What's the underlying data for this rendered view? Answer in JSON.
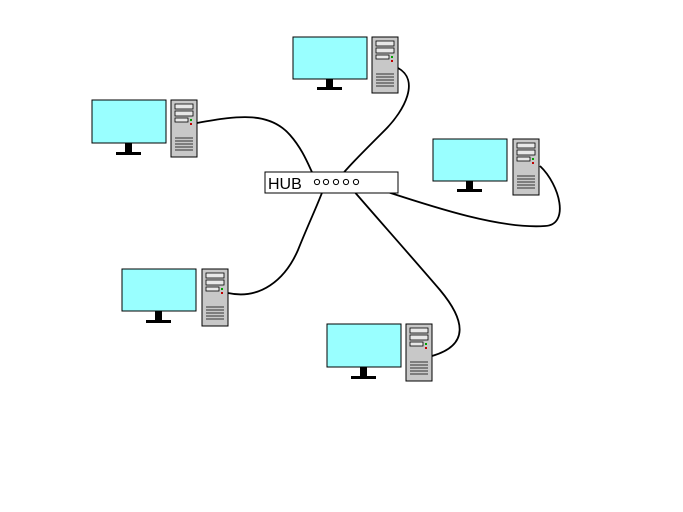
{
  "hub": {
    "label": "HUB",
    "port_count": 5
  },
  "colors": {
    "screen": "#99FFFF",
    "case": "#C8C8C8",
    "cable": "#000000"
  },
  "workstations": [
    {
      "id": "ws-top"
    },
    {
      "id": "ws-upper-left"
    },
    {
      "id": "ws-right"
    },
    {
      "id": "ws-lower-left"
    },
    {
      "id": "ws-bottom"
    }
  ]
}
